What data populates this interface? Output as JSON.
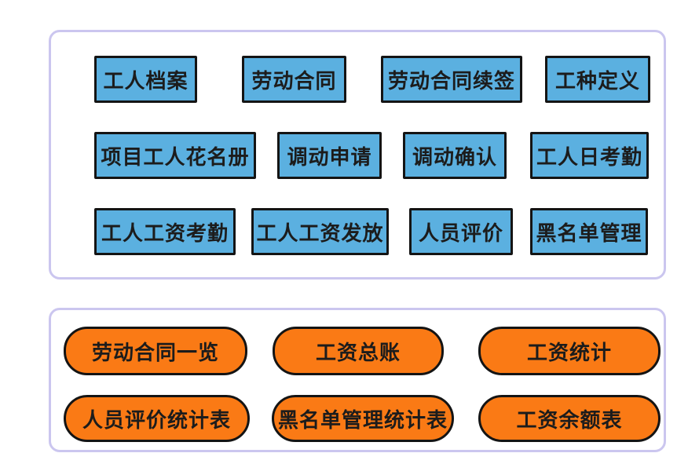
{
  "colors": {
    "module_fill": "#5bb0e0",
    "report_fill": "#fa7a15",
    "outline": "#141414",
    "panel_border": "#cbc6ef",
    "label_text": "#1c1c1c"
  },
  "modules_panel": {
    "rows": [
      [
        "工人档案",
        "劳动合同",
        "劳动合同续签",
        "工种定义"
      ],
      [
        "项目工人花名册",
        "调动申请",
        "调动确认",
        "工人日考勤"
      ],
      [
        "工人工资考勤",
        "工人工资发放",
        "人员评价",
        "黑名单管理"
      ]
    ]
  },
  "reports_panel": {
    "rows": [
      [
        "劳动合同一览",
        "工资总账",
        "工资统计"
      ],
      [
        "人员评价统计表",
        "黑名单管理统计表",
        "工资余额表"
      ]
    ]
  }
}
